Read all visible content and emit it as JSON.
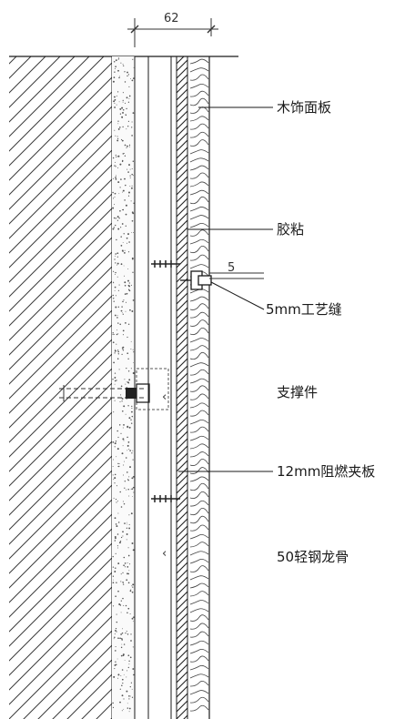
{
  "dimensions": {
    "top_width": "62",
    "gap": "5"
  },
  "labels": [
    {
      "id": "wood-panel",
      "text": "木饰面板"
    },
    {
      "id": "glue",
      "text": "胶粘"
    },
    {
      "id": "groove",
      "text": "5mm工艺缝"
    },
    {
      "id": "support",
      "text": "支撑件"
    },
    {
      "id": "plywood",
      "text": "12mm阻燃夹板"
    },
    {
      "id": "keel",
      "text": "50轻钢龙骨"
    }
  ],
  "colors": {
    "line": "#1a1a1a",
    "hatch": "#3a3a3a",
    "speckle": "#555555"
  }
}
